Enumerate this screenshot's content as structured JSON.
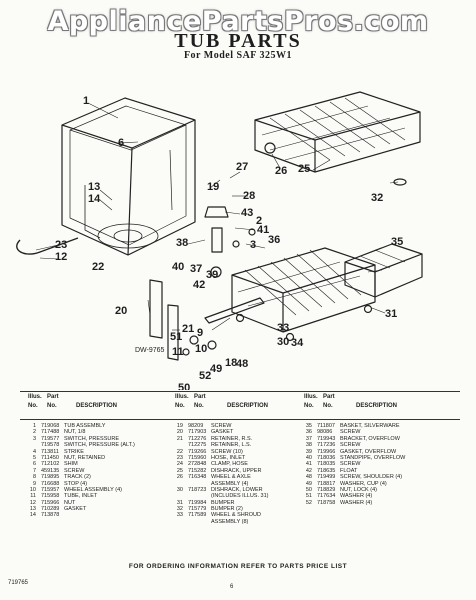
{
  "header": {
    "watermark": "AppliancePartsPros.com",
    "title": "TUB PARTS",
    "model": "For Model SAF 325W1"
  },
  "diagram": {
    "callouts": [
      "1",
      "6",
      "13",
      "14",
      "23",
      "12",
      "22",
      "19",
      "27",
      "28",
      "26",
      "25",
      "32",
      "43",
      "2",
      "38",
      "36",
      "41",
      "40",
      "42",
      "37",
      "39",
      "35",
      "3",
      "31",
      "20",
      "21",
      "9",
      "10",
      "34",
      "33",
      "30",
      "51",
      "11",
      "48",
      "18",
      "52",
      "49",
      "50"
    ],
    "drawing_number": "DW-9765"
  },
  "table": {
    "headers": {
      "illus": "Illus.",
      "no": "No.",
      "part": "Part",
      "part_no": "No.",
      "description": "DESCRIPTION"
    },
    "columns": [
      [
        {
          "no": "1",
          "part": "719068",
          "desc": "TUB ASSEMBLY"
        },
        {
          "no": "2",
          "part": "717488",
          "desc": "NUT, 1/8"
        },
        {
          "no": "3",
          "part": "719577",
          "desc": "SWITCH, PRESSURE"
        },
        {
          "no": "",
          "part": "719578",
          "desc": "SWITCH, PRESSURE (ALT.)"
        },
        {
          "no": "4",
          "part": "713811",
          "desc": "STRIKE"
        },
        {
          "no": "5",
          "part": "711450",
          "desc": "NUT, RETAINED"
        },
        {
          "no": "6",
          "part": "712102",
          "desc": "SHIM"
        },
        {
          "no": "7",
          "part": "459135",
          "desc": "SCREW"
        },
        {
          "no": "8",
          "part": "719895",
          "desc": "TRACK (2)"
        },
        {
          "no": "9",
          "part": "716688",
          "desc": "STOP (4)"
        },
        {
          "no": "10",
          "part": "715957",
          "desc": "WHEEL ASSEMBLY (4)"
        },
        {
          "no": "11",
          "part": "715958",
          "desc": "TUBE, INLET"
        },
        {
          "no": "12",
          "part": "715966",
          "desc": "NUT"
        },
        {
          "no": "13",
          "part": "710289",
          "desc": "GASKET"
        },
        {
          "no": "14",
          "part": "713878",
          "desc": ""
        }
      ],
      [
        {
          "no": "19",
          "part": "98209",
          "desc": "SCREW"
        },
        {
          "no": "20",
          "part": "717903",
          "desc": "GASKET"
        },
        {
          "no": "21",
          "part": "712276",
          "desc": "RETAINER, R.S."
        },
        {
          "no": "",
          "part": "712275",
          "desc": "RETAINER, L.S."
        },
        {
          "no": "22",
          "part": "719266",
          "desc": "SCREW (10)"
        },
        {
          "no": "23",
          "part": "715960",
          "desc": "HOSE, INLET"
        },
        {
          "no": "24",
          "part": "272848",
          "desc": "CLAMP, HOSE"
        },
        {
          "no": "25",
          "part": "715282",
          "desc": "DISHRACK, UPPER"
        },
        {
          "no": "26",
          "part": "716348",
          "desc": "WHEEL & AXLE"
        },
        {
          "no": "",
          "part": "",
          "desc": "ASSEMBLY (4)"
        },
        {
          "no": "30",
          "part": "718723",
          "desc": "DISHRACK, LOWER"
        },
        {
          "no": "",
          "part": "",
          "desc": "(INCLUDES ILLUS. 31)"
        },
        {
          "no": "31",
          "part": "719984",
          "desc": "BUMPER"
        },
        {
          "no": "32",
          "part": "715779",
          "desc": "BUMPER (2)"
        },
        {
          "no": "33",
          "part": "717589",
          "desc": "WHEEL & SHROUD"
        },
        {
          "no": "",
          "part": "",
          "desc": "ASSEMBLY (8)"
        }
      ],
      [
        {
          "no": "35",
          "part": "711807",
          "desc": "BASKET, SILVERWARE"
        },
        {
          "no": "36",
          "part": "98086",
          "desc": "SCREW"
        },
        {
          "no": "37",
          "part": "719943",
          "desc": "BRACKET, OVERFLOW"
        },
        {
          "no": "38",
          "part": "717236",
          "desc": "SCREW"
        },
        {
          "no": "39",
          "part": "719966",
          "desc": "GASKET, OVERFLOW"
        },
        {
          "no": "40",
          "part": "718036",
          "desc": "STANDPIPE, OVERFLOW"
        },
        {
          "no": "41",
          "part": "718035",
          "desc": "SCREW"
        },
        {
          "no": "42",
          "part": "718635",
          "desc": "FLOAT"
        },
        {
          "no": "48",
          "part": "719499",
          "desc": "SCREW, SHOULDER (4)"
        },
        {
          "no": "49",
          "part": "718817",
          "desc": "WASHER, CUP (4)"
        },
        {
          "no": "50",
          "part": "718829",
          "desc": "NUT, LOCK (4)"
        },
        {
          "no": "51",
          "part": "717634",
          "desc": "WASHER (4)"
        },
        {
          "no": "52",
          "part": "718758",
          "desc": "WASHER (4)"
        }
      ]
    ]
  },
  "footer": {
    "ordering_note": "FOR ORDERING INFORMATION REFER TO PARTS PRICE LIST",
    "doc_code": "719765",
    "page_number": "6"
  }
}
